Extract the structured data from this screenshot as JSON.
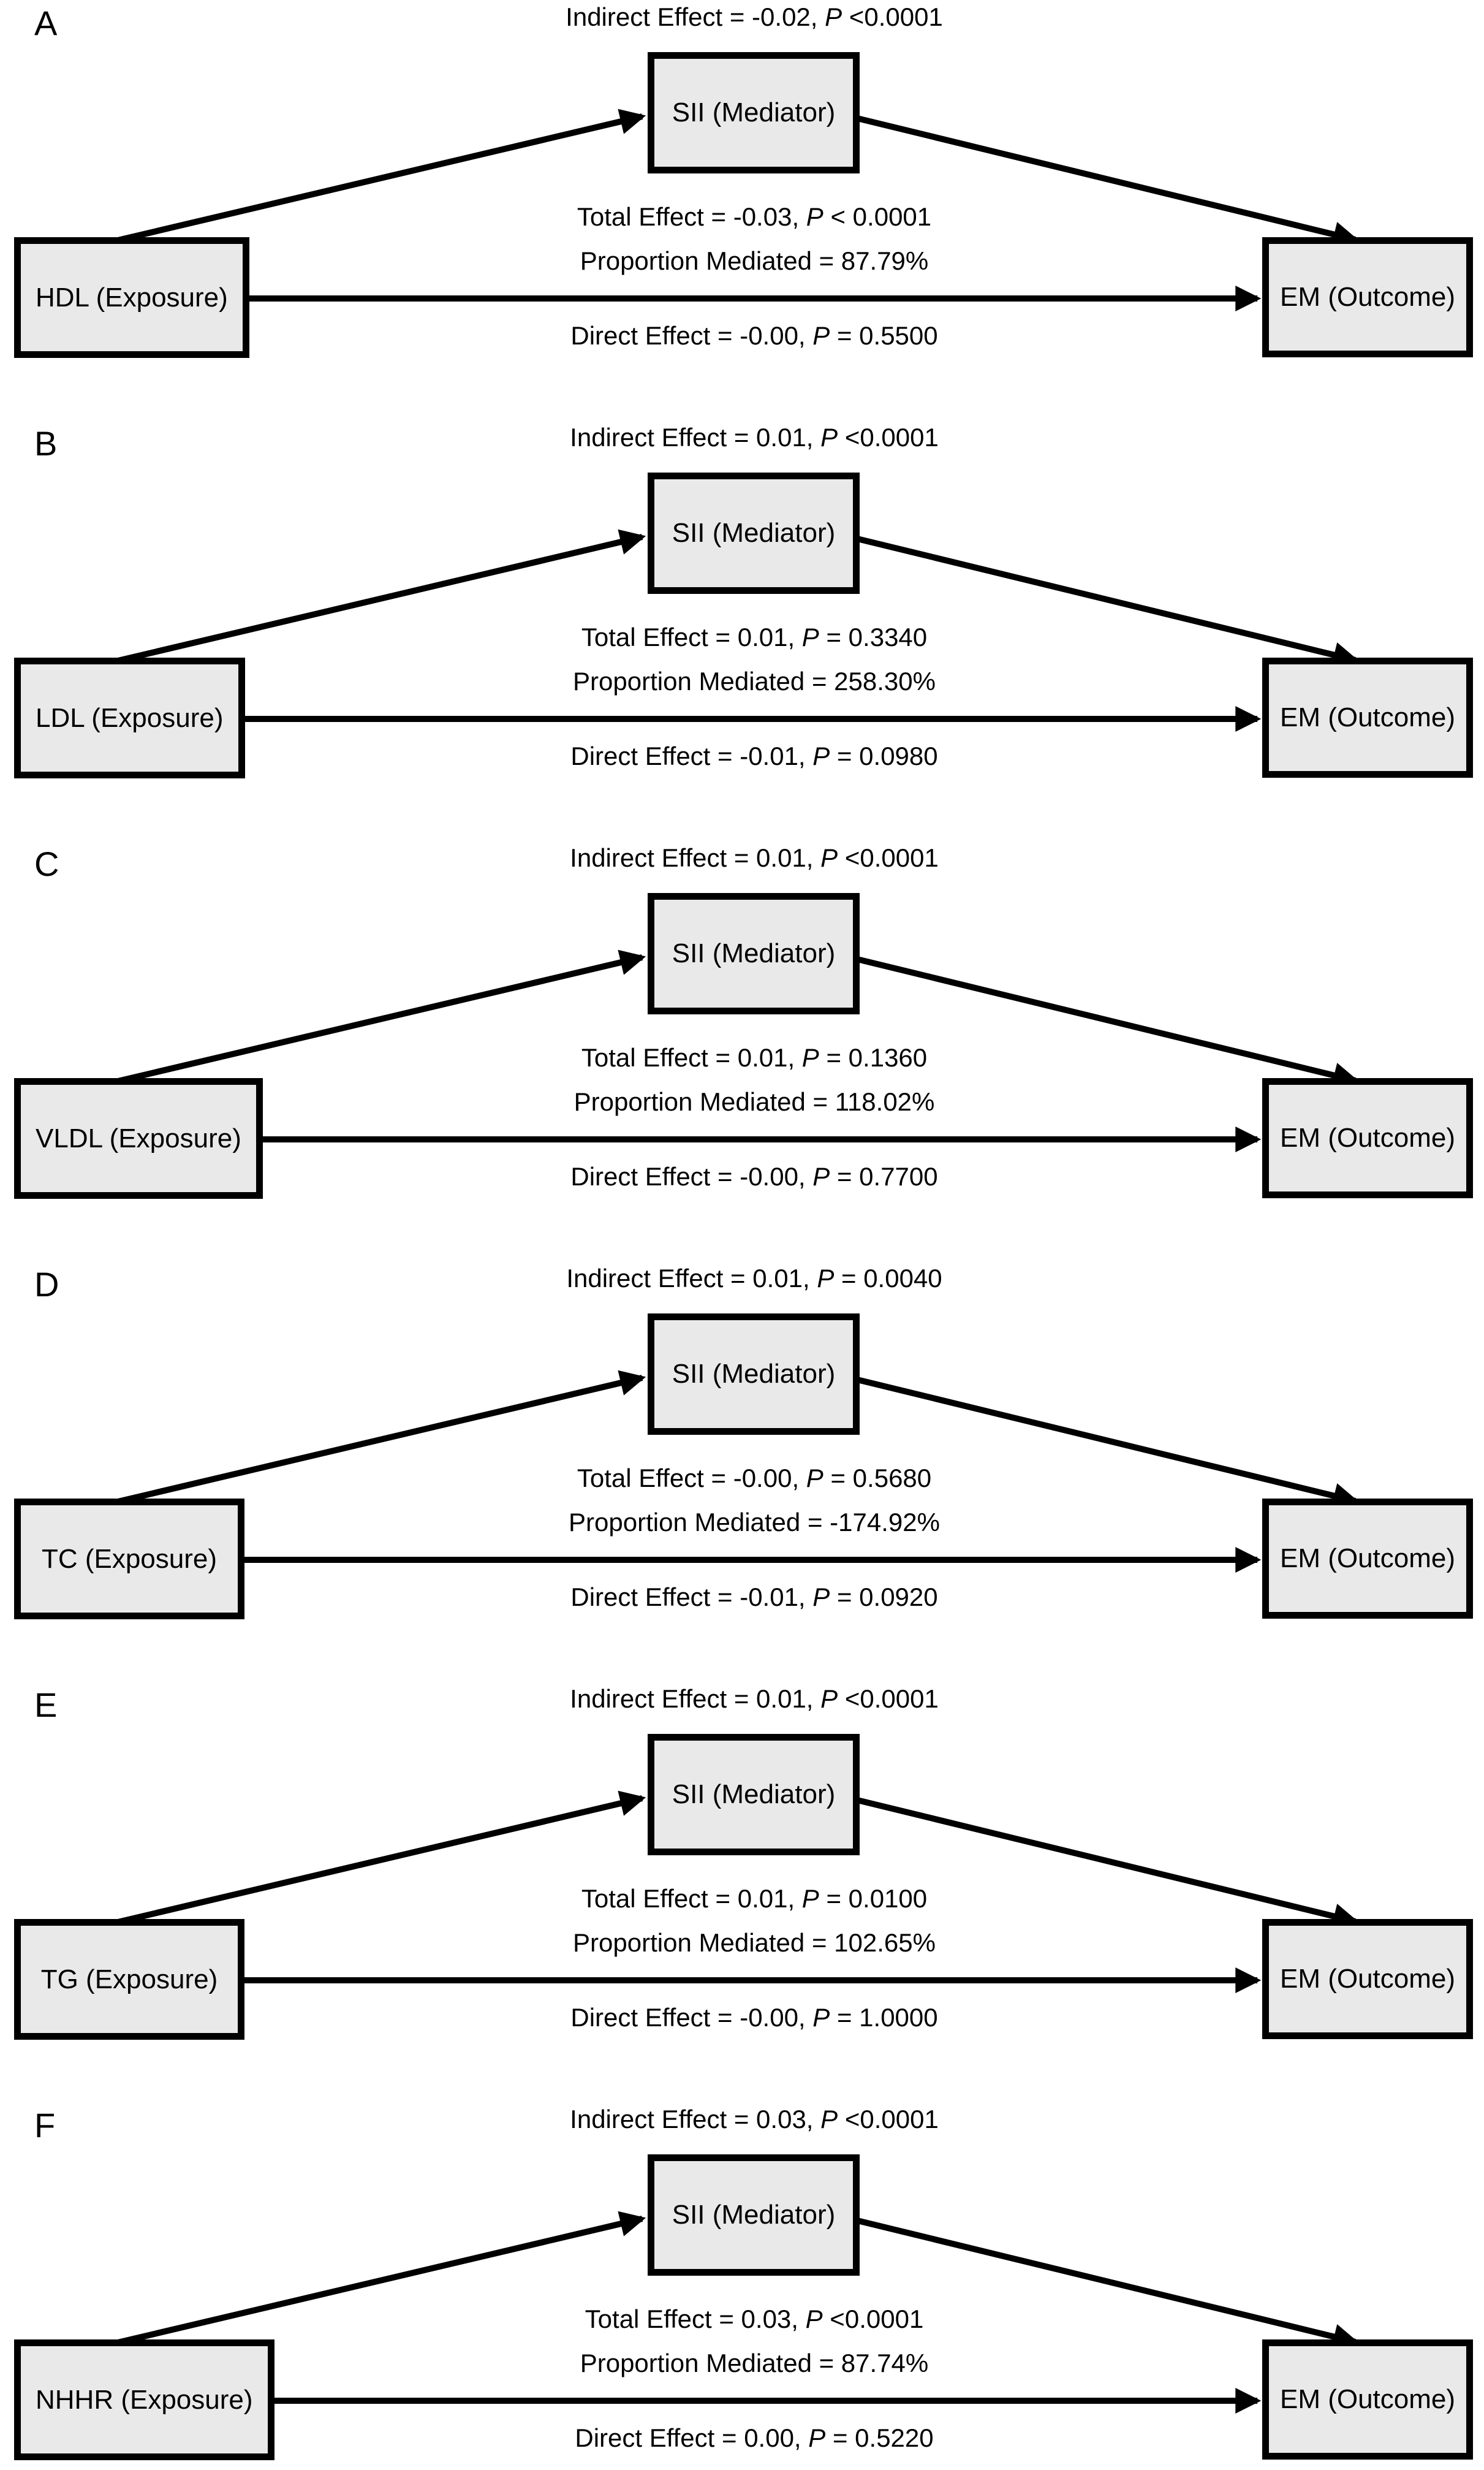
{
  "figure": {
    "background": "#ffffff",
    "box_fill": "#e9e9e9",
    "box_border": "#000000",
    "arrow_color": "#000000"
  },
  "panels": [
    {
      "label": "A",
      "exposure": "HDL (Exposure)",
      "mediator": "SII (Mediator)",
      "outcome": "EM (Outcome)",
      "indirect": {
        "pre": "Indirect Effect = -0.02, ",
        "p": "P",
        "post": " <0.0001"
      },
      "total": {
        "pre": "Total Effect = -0.03, ",
        "p": "P",
        "post": " < 0.0001"
      },
      "proportion": "Proportion Mediated = 87.79%",
      "direct": {
        "pre": "Direct Effect = -0.00, ",
        "p": "P",
        "post": " = 0.5500"
      }
    },
    {
      "label": "B",
      "exposure": "LDL (Exposure)",
      "mediator": "SII (Mediator)",
      "outcome": "EM (Outcome)",
      "indirect": {
        "pre": "Indirect Effect = 0.01, ",
        "p": "P",
        "post": " <0.0001"
      },
      "total": {
        "pre": "Total Effect = 0.01, ",
        "p": "P",
        "post": " = 0.3340"
      },
      "proportion": "Proportion Mediated = 258.30%",
      "direct": {
        "pre": "Direct Effect = -0.01, ",
        "p": "P",
        "post": " = 0.0980"
      }
    },
    {
      "label": "C",
      "exposure": "VLDL (Exposure)",
      "mediator": "SII (Mediator)",
      "outcome": "EM (Outcome)",
      "indirect": {
        "pre": "Indirect Effect = 0.01, ",
        "p": "P",
        "post": " <0.0001"
      },
      "total": {
        "pre": "Total Effect = 0.01, ",
        "p": "P",
        "post": " = 0.1360"
      },
      "proportion": "Proportion Mediated = 118.02%",
      "direct": {
        "pre": "Direct Effect = -0.00, ",
        "p": "P",
        "post": " = 0.7700"
      }
    },
    {
      "label": "D",
      "exposure": "TC (Exposure)",
      "mediator": "SII (Mediator)",
      "outcome": "EM (Outcome)",
      "indirect": {
        "pre": "Indirect Effect = 0.01, ",
        "p": "P",
        "post": " = 0.0040"
      },
      "total": {
        "pre": "Total Effect = -0.00, ",
        "p": "P",
        "post": " = 0.5680"
      },
      "proportion": "Proportion Mediated = -174.92%",
      "direct": {
        "pre": "Direct Effect = -0.01, ",
        "p": "P",
        "post": " = 0.0920"
      }
    },
    {
      "label": "E",
      "exposure": "TG (Exposure)",
      "mediator": "SII (Mediator)",
      "outcome": "EM (Outcome)",
      "indirect": {
        "pre": "Indirect Effect = 0.01, ",
        "p": "P",
        "post": " <0.0001"
      },
      "total": {
        "pre": "Total Effect = 0.01, ",
        "p": "P",
        "post": " = 0.0100"
      },
      "proportion": "Proportion Mediated = 102.65%",
      "direct": {
        "pre": "Direct Effect = -0.00, ",
        "p": "P",
        "post": " = 1.0000"
      }
    },
    {
      "label": "F",
      "exposure": "NHHR (Exposure)",
      "mediator": "SII (Mediator)",
      "outcome": "EM (Outcome)",
      "indirect": {
        "pre": "Indirect Effect = 0.03, ",
        "p": "P",
        "post": " <0.0001"
      },
      "total": {
        "pre": "Total Effect = 0.03, ",
        "p": "P",
        "post": " <0.0001"
      },
      "proportion": "Proportion Mediated = 87.74%",
      "direct": {
        "pre": "Direct Effect = 0.00, ",
        "p": "P",
        "post": " = 0.5220"
      }
    }
  ]
}
